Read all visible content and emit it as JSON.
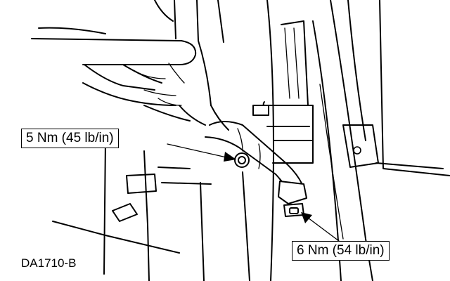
{
  "callouts": [
    {
      "label": "5 Nm (45 lb/in)"
    },
    {
      "label": "6 Nm (54 lb/in)"
    }
  ],
  "figure_id": "DA1710-B",
  "colors": {
    "line": "#000000",
    "background": "#ffffff"
  }
}
